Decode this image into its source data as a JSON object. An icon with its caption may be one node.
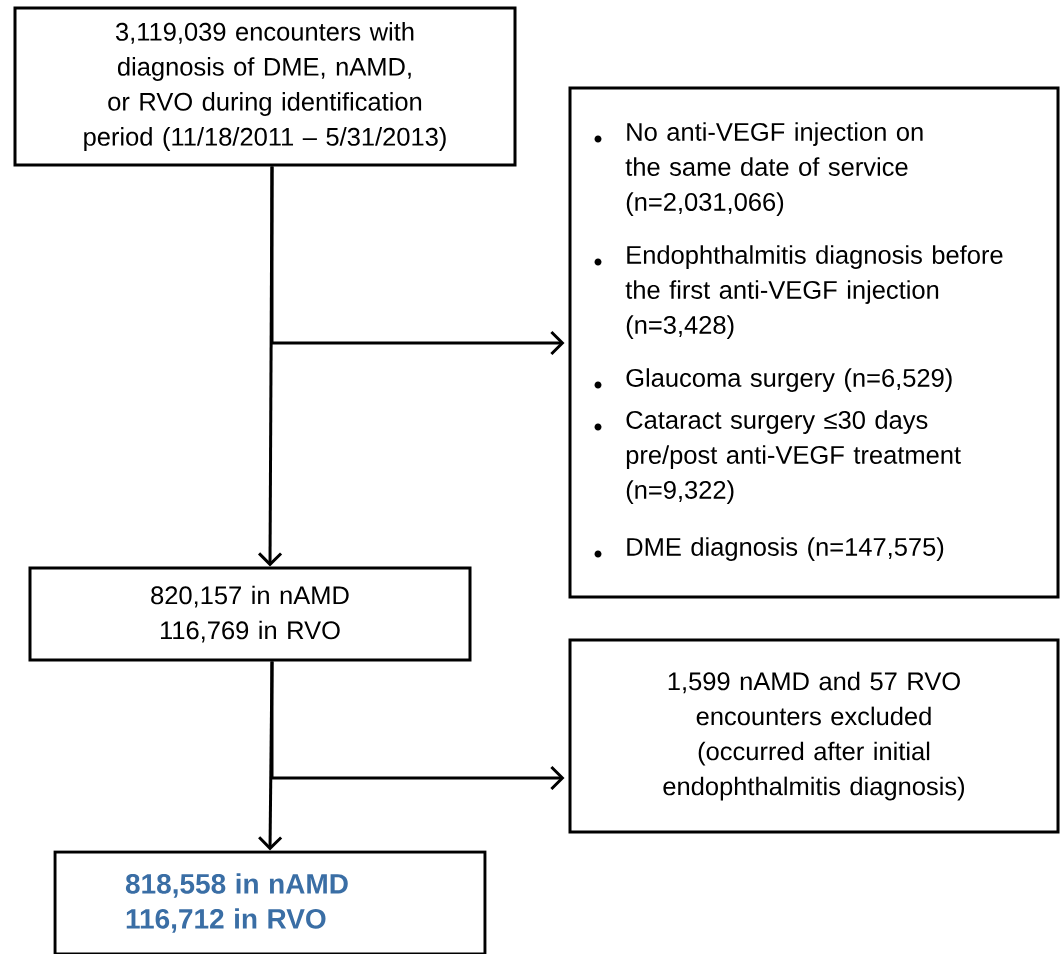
{
  "diagram": {
    "nodes": [
      {
        "text": [
          "3,119,039 encounters with diagnosis of DME, nAMD, or RVO during identification period (11/18/2011 – 5/31/2013)"
        ]
      },
      {
        "text": [
          "No anti-VEGF injection on the same date of service (n=2,031,066)",
          "Endophthalmitis diagnosis before the first anti-VEGF injection (n=3,428)",
          "Glaucoma surgery (n=6,529)",
          "Cataract surgery ≤30 days pre/post anti-VEGF treatment (n=9,322)",
          "DME diagnosis (n=147,575)"
        ]
      },
      {
        "text": [
          "820,157 in nAMD 116,769 in RVO"
        ]
      },
      {
        "text": [
          "1,599 nAMD and 57 RVO encounters excluded (occurred after initial endophthalmitis diagnosis)"
        ]
      },
      {
        "text": [
          "818,558 in nAMD 116,712 in RVO"
        ]
      }
    ],
    "edges": [
      {
        "from": 0,
        "to": 2,
        "arrow": "to"
      },
      {
        "from": 0,
        "to": 1,
        "arrow": "to"
      },
      {
        "from": 2,
        "to": 4,
        "arrow": "to"
      },
      {
        "from": 2,
        "to": 3,
        "arrow": "to"
      }
    ]
  }
}
